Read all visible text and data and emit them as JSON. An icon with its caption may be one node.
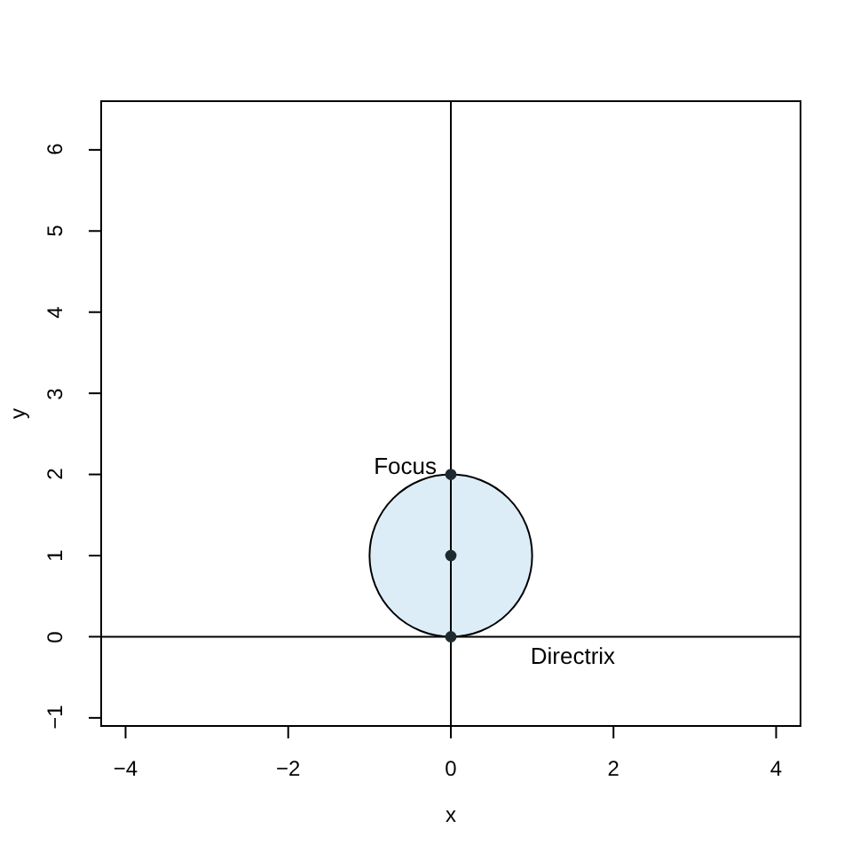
{
  "diagram": {
    "labels": [
      "6",
      "5",
      "4",
      "3",
      "2",
      "1",
      "0",
      "−1",
      "y",
      "Focus",
      "Directrix",
      "−4",
      "−2",
      "0",
      "2",
      "4",
      "x"
    ]
  }
}
